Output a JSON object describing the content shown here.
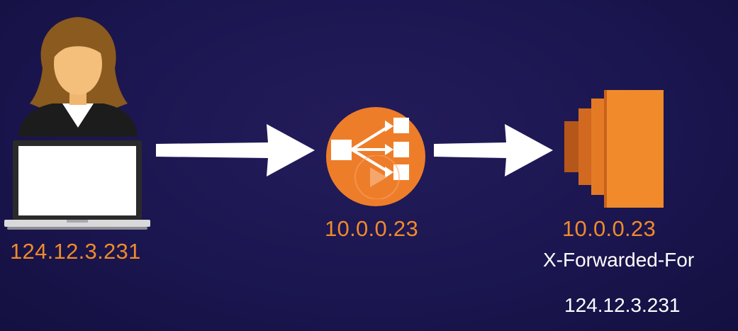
{
  "client": {
    "ip": "124.12.3.231",
    "icons": [
      "user-avatar-icon",
      "laptop-icon"
    ]
  },
  "load_balancer": {
    "ip": "10.0.0.23",
    "icon": "load-balancer-icon",
    "overlay": "play-icon"
  },
  "server": {
    "ip": "10.0.0.23",
    "header_name": "X-Forwarded-For",
    "header_value": "124.12.3.231",
    "icon": "ec2-instance-icon"
  },
  "arrows": [
    "arrow-client-to-lb",
    "arrow-lb-to-server"
  ],
  "colors": {
    "background": "#1b1650",
    "accent_orange": "#f08a2b",
    "arrow_white": "#ffffff"
  }
}
